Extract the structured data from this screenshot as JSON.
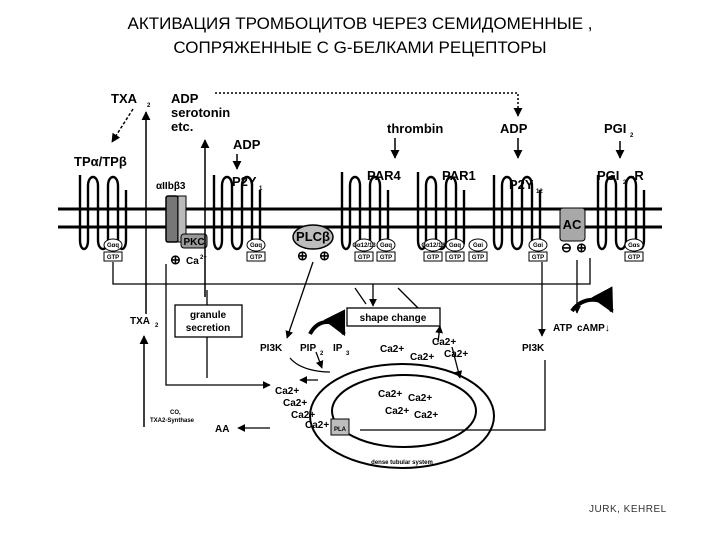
{
  "title": {
    "line1": "АКТИВАЦИЯ ТРОМБОЦИТОВ ЧЕРЕЗ СЕМИДОМЕННЫЕ ,",
    "line2": "СОПРЯЖЕННЫЕ С G-БЕЛКАМИ РЕЦЕПТОРЫ"
  },
  "agonists": {
    "txa2": "TXA",
    "txa2_sub": "2",
    "adp_group_1": "ADP",
    "adp_group_2": "serotonin",
    "adp_group_3": "etc.",
    "adp": "ADP",
    "thrombin": "thrombin",
    "adp_right": "ADP",
    "pgi2": "PGI",
    "pgi2_sub": "2"
  },
  "receptors": {
    "tp": "TPα/TPβ",
    "integrin": "αIIbβ3",
    "p2y1": "P2Y",
    "p2y1_sub": "1",
    "par4": "PAR4",
    "par1": "PAR1",
    "p2y12": "P2Y",
    "p2y12_sub": "12",
    "pgi2r": "PGI",
    "pgi2r_sub": "2",
    "pgi2r_suffix": "-R"
  },
  "enzymes": {
    "plc": "PLCβ",
    "pkc": "PKC",
    "ac": "AC",
    "pla": "PLA",
    "pi3k_left": "PI3K",
    "pi3k_right": "PI3K"
  },
  "gproteins": {
    "gaq": "Gαq",
    "gtp": "GTP",
    "ga1213": "Gα12/13",
    "gai": "Gαi",
    "gas": "Gαs"
  },
  "signs": {
    "plus": "⊕",
    "minus": "⊖"
  },
  "boxes": {
    "granule_1": "granule",
    "granule_2": "secretion",
    "shape_change": "shape change"
  },
  "messengers": {
    "txa2_bottom": "TXA",
    "txa2_bottom_sub": "2",
    "pip2": "PIP",
    "pip2_sub": "2",
    "ip3": "IP",
    "ip3_sub": "3",
    "ca": "Ca",
    "ca_sup": "2+",
    "ca2_plus": "Ca2+",
    "atp": "ATP",
    "camp": "cAMP↓",
    "co": "CO,",
    "txa_synthase": "TXA2-Synthase",
    "aa": "AA",
    "dense_tubular": "dense tubular system"
  },
  "credit": "JURK, KEHREL"
}
